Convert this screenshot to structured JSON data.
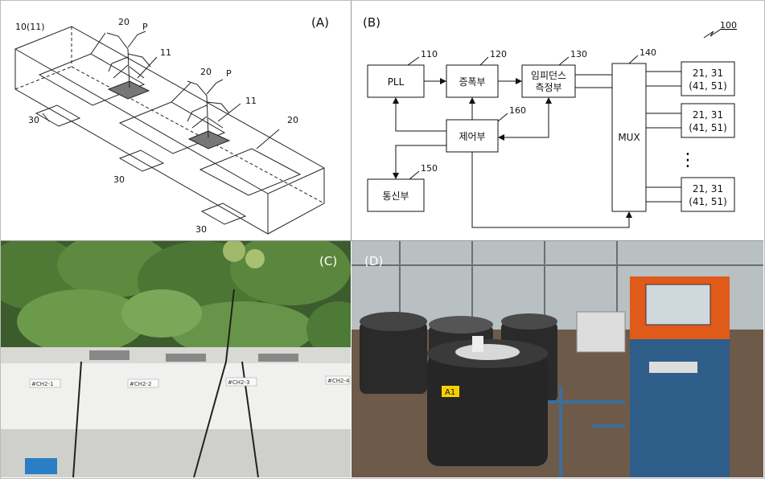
{
  "panel_a": {
    "label": "(A)",
    "tray_label": "10(11)",
    "pad_label": "20",
    "plant_label": "P",
    "cube_label": "11",
    "sensor_label": "30"
  },
  "panel_b": {
    "label": "(B)",
    "ref": "100",
    "blocks": {
      "pll": {
        "num": "110",
        "text": "PLL"
      },
      "amp": {
        "num": "120",
        "text": "증폭부"
      },
      "imp": {
        "num": "130",
        "line1": "임피던스",
        "line2": "측정부"
      },
      "mux": {
        "num": "140",
        "text": "MUX"
      },
      "comm": {
        "num": "150",
        "text": "통신부"
      },
      "ctrl": {
        "num": "160",
        "text": "제어부"
      }
    },
    "sensor_line1": "21, 31",
    "sensor_line2": "(41, 51)",
    "ellipsis": "⋮"
  },
  "panel_c": {
    "label": "(C)",
    "tags": [
      "#CH2-1",
      "#CH2-2",
      "#CH2-3",
      "#CH2-4"
    ]
  },
  "panel_d": {
    "label": "(D)",
    "tank_tag": "A1"
  }
}
